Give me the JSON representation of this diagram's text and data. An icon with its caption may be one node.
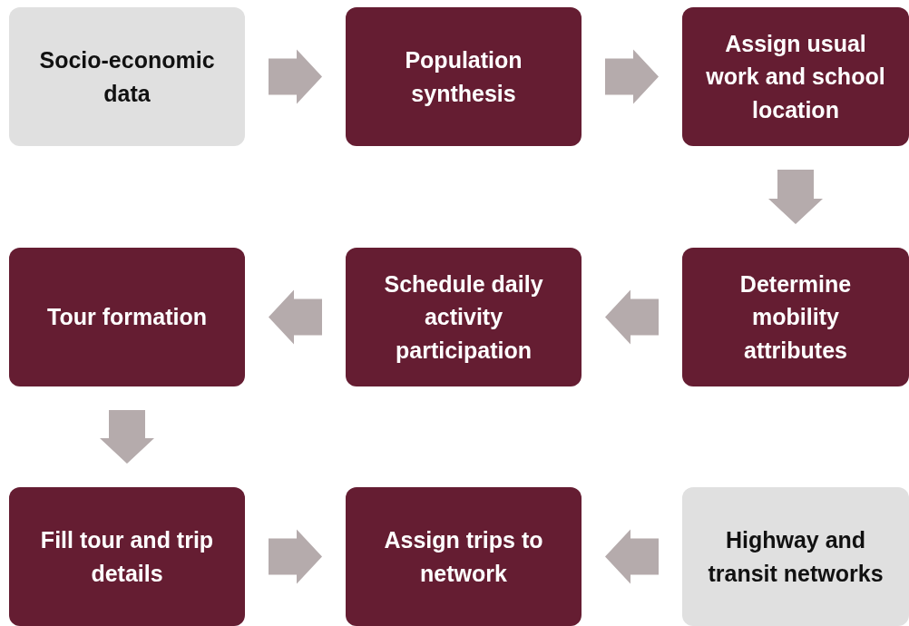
{
  "diagram": {
    "nodes": [
      {
        "text": [
          "Socio-economic data"
        ]
      },
      {
        "text": [
          "Population synthesis"
        ]
      },
      {
        "text": [
          "Assign usual work and school location"
        ]
      },
      {
        "text": [
          "Determine mobility attributes"
        ]
      },
      {
        "text": [
          "Schedule daily activity participation"
        ]
      },
      {
        "text": [
          "Tour formation"
        ]
      },
      {
        "text": [
          "Fill tour and trip details"
        ]
      },
      {
        "text": [
          "Assign trips to network"
        ]
      },
      {
        "text": [
          "Highway and transit networks"
        ]
      }
    ],
    "edges": [
      {
        "from": 0,
        "to": 1,
        "arrow": "to"
      },
      {
        "from": 1,
        "to": 2,
        "arrow": "to"
      },
      {
        "from": 2,
        "to": 3,
        "arrow": "to"
      },
      {
        "from": 3,
        "to": 4,
        "arrow": "to"
      },
      {
        "from": 4,
        "to": 5,
        "arrow": "to"
      },
      {
        "from": 5,
        "to": 6,
        "arrow": "to"
      },
      {
        "from": 6,
        "to": 7,
        "arrow": "to"
      },
      {
        "from": 8,
        "to": 7,
        "arrow": "to"
      }
    ]
  }
}
